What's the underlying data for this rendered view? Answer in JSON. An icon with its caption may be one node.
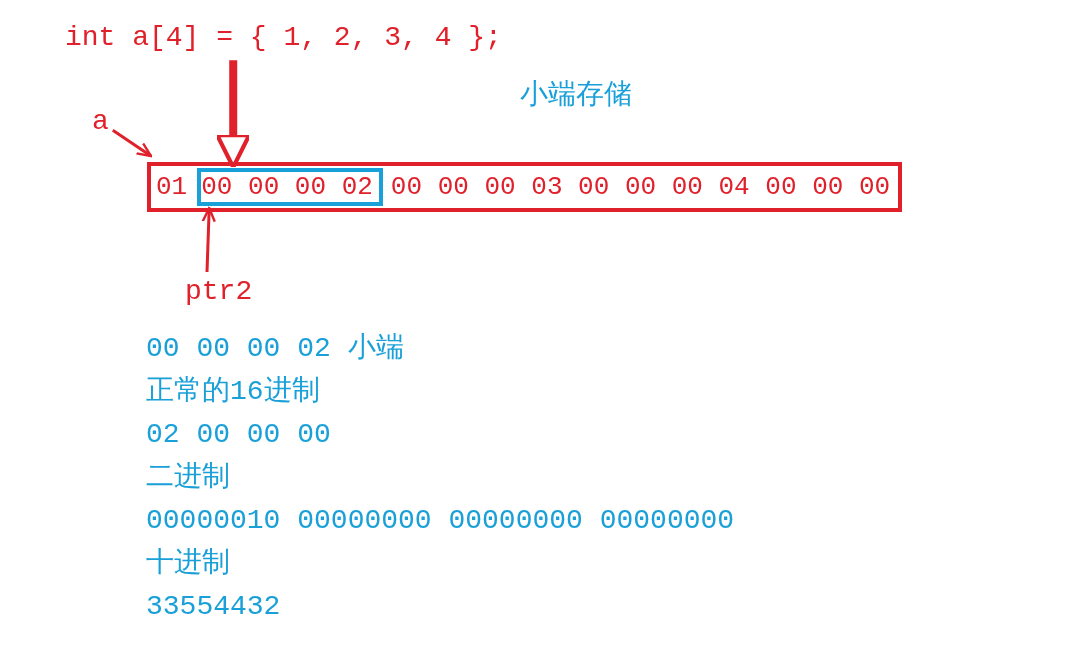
{
  "diagram": {
    "nodes": [
      {
        "text": [
          "int a[4] = { 1, 2, 3, 4 };"
        ]
      },
      {
        "text": [
          "a"
        ]
      },
      {
        "text": [
          "01",
          "00 00 00 03 00 00 00 04 00 00 00"
        ]
      },
      {
        "text": [
          "00 00 00 02"
        ],
        "in": 2
      },
      {
        "text": [
          "ptr2"
        ]
      }
    ],
    "edges": [
      {
        "from": 0,
        "to": 3,
        "arrow": "to",
        "style": "thick"
      },
      {
        "from": 1,
        "to": 2,
        "arrow": "to"
      },
      {
        "from": 4,
        "to": 3,
        "arrow": "to"
      }
    ],
    "labels": [
      "小端存储",
      "00 00 00 02 小端",
      "正常的16进制",
      "02 00 00 00",
      "二进制",
      "00000010 00000000 00000000 00000000",
      "十进制",
      "33554432"
    ]
  }
}
